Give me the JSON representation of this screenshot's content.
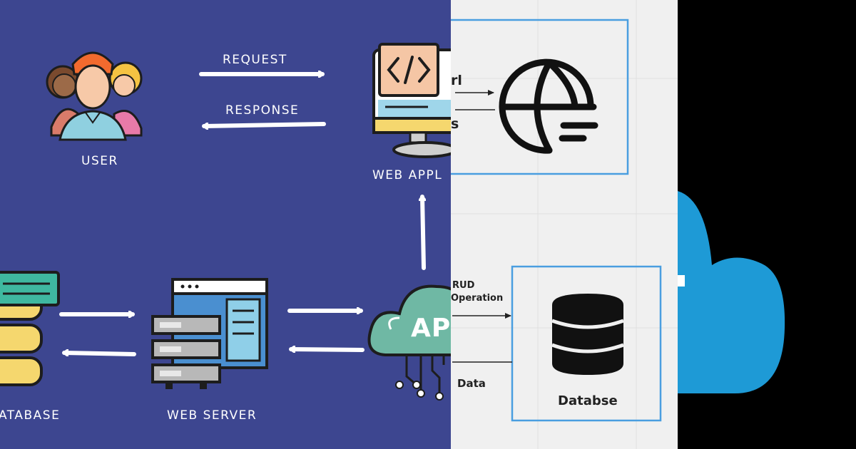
{
  "left_panel": {
    "user_label": "USER",
    "request_label": "REQUEST",
    "response_label": "RESPONSE",
    "web_app_label": "WEB APPL",
    "api_label": "AP",
    "web_server_label": "WEB SERVER",
    "database_label": "ATABASE",
    "colors": {
      "background": "#3d4690",
      "arrow": "#ffffff",
      "api_cloud": "#6fb8a4",
      "db_teal": "#3fb8a0",
      "db_yellow": "#f5d76e"
    }
  },
  "middle_panel": {
    "url_label": "rl",
    "s_label": "s",
    "crud_label": "RUD",
    "operation_label": "Operation",
    "data_label": "Data",
    "database_label": "Databse",
    "icons": [
      "globe-icon",
      "database-cylinder-icon"
    ],
    "colors": {
      "background": "#f0f0f0",
      "box_border": "#4a9ee0",
      "grid": "#e0e0e0"
    }
  },
  "right_panel": {
    "icons": [
      "cloud-icon"
    ],
    "colors": {
      "background": "#000000",
      "cloud": "#1e9ad6"
    }
  }
}
